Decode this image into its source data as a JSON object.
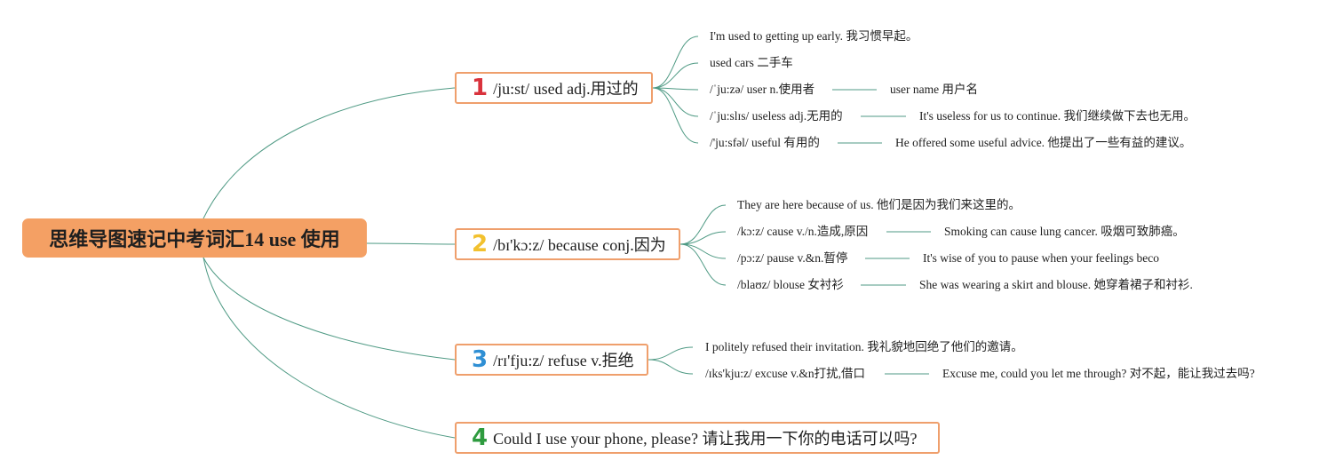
{
  "root": {
    "label": "思维导图速记中考词汇14 use 使用"
  },
  "branches": [
    {
      "number": "1",
      "number_color": "#d9323c",
      "label": "/ju:st/ used adj.用过的",
      "leaves": [
        {
          "text": "I'm used to getting up early. 我习惯早起。"
        },
        {
          "text": "used cars 二手车"
        },
        {
          "text": "/ˈju:zə/ user n.使用者",
          "detail": "user name 用户名"
        },
        {
          "text": "/ˈju:slɪs/ useless adj.无用的",
          "detail": "It's useless for us to continue. 我们继续做下去也无用。"
        },
        {
          "text": "/'ju:sfəl/ useful 有用的",
          "detail": "He offered some useful advice. 他提出了一些有益的建议。"
        }
      ]
    },
    {
      "number": "2",
      "number_color": "#f2c12e",
      "label": "/bɪ'kɔ:z/ because conj.因为",
      "leaves": [
        {
          "text": "They are here because of us. 他们是因为我们来这里的。"
        },
        {
          "text": "/kɔ:z/ cause v./n.造成,原因",
          "detail": "Smoking can cause lung cancer. 吸烟可致肺癌。"
        },
        {
          "text": "/pɔ:z/ pause v.&n.暂停",
          "detail": "It's wise of you to pause when your feelings beco"
        },
        {
          "text": "/blaʊz/ blouse 女衬衫",
          "detail": "She was wearing a skirt and blouse. 她穿着裙子和衬衫."
        }
      ]
    },
    {
      "number": "3",
      "number_color": "#2f8fd4",
      "label": "/rɪ'fju:z/ refuse v.拒绝",
      "leaves": [
        {
          "text": "I politely refused their invitation. 我礼貌地回绝了他们的邀请。"
        },
        {
          "text": "/ɪks'kju:z/ excuse v.&n打扰,借口",
          "detail": "Excuse me, could you let me through? 对不起，能让我过去吗?"
        }
      ]
    },
    {
      "number": "4",
      "number_color": "#2e9b3f",
      "label": "Could I use your phone, please? 请让我用一下你的电话可以吗?",
      "leaves": []
    }
  ]
}
